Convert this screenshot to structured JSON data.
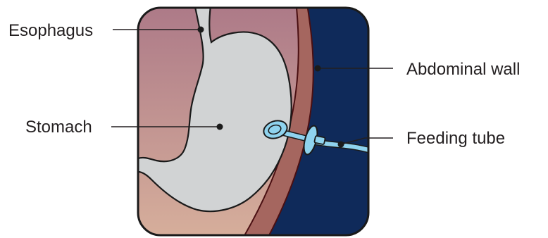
{
  "diagram": {
    "labels": {
      "esophagus": "Esophagus",
      "stomach": "Stomach",
      "abdominal_wall": "Abdominal wall",
      "feeding_tube": "Feeding tube"
    },
    "colors": {
      "tissue_top": "#b07a86",
      "tissue_bottom": "#d4aa98",
      "stomach": "#d1d3d4",
      "abdominal_wall": "#a5665f",
      "outside": "#0f2a5a",
      "tube": "#8fd3ee",
      "outline": "#1a1a1a"
    }
  }
}
